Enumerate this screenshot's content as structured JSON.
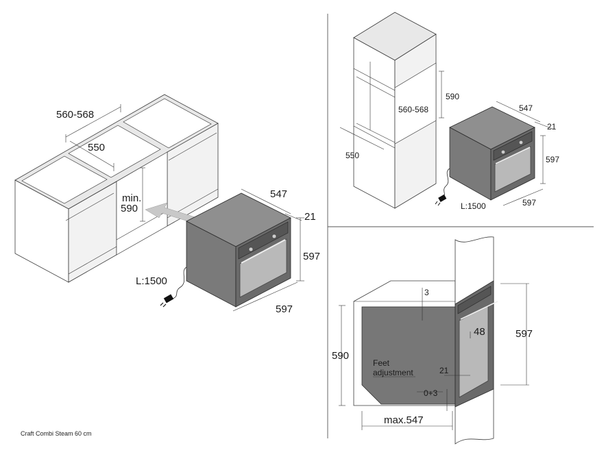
{
  "caption": "Craft Combi Steam 60 cm",
  "left_view": {
    "cabinet_width": "560-568",
    "cabinet_depth": "550",
    "min_height_line1": "min.",
    "min_height_line2": "590",
    "oven_depth": "547",
    "panel_thickness": "21",
    "oven_height": "597",
    "oven_width": "597",
    "cable_length": "L:1500"
  },
  "top_right_view": {
    "niche_height": "590",
    "niche_width": "560-568",
    "niche_depth": "550",
    "oven_depth": "547",
    "panel_thickness": "21",
    "oven_height": "597",
    "oven_width": "597",
    "cable_length": "L:1500"
  },
  "bottom_right_view": {
    "top_gap": "3",
    "niche_height": "590",
    "feet_label_line1": "Feet",
    "feet_label_line2": "adjustment",
    "feet_range": "0+3",
    "max_depth": "max.547",
    "panel_offset": "21",
    "handle_offset": "48",
    "oven_height": "597"
  }
}
